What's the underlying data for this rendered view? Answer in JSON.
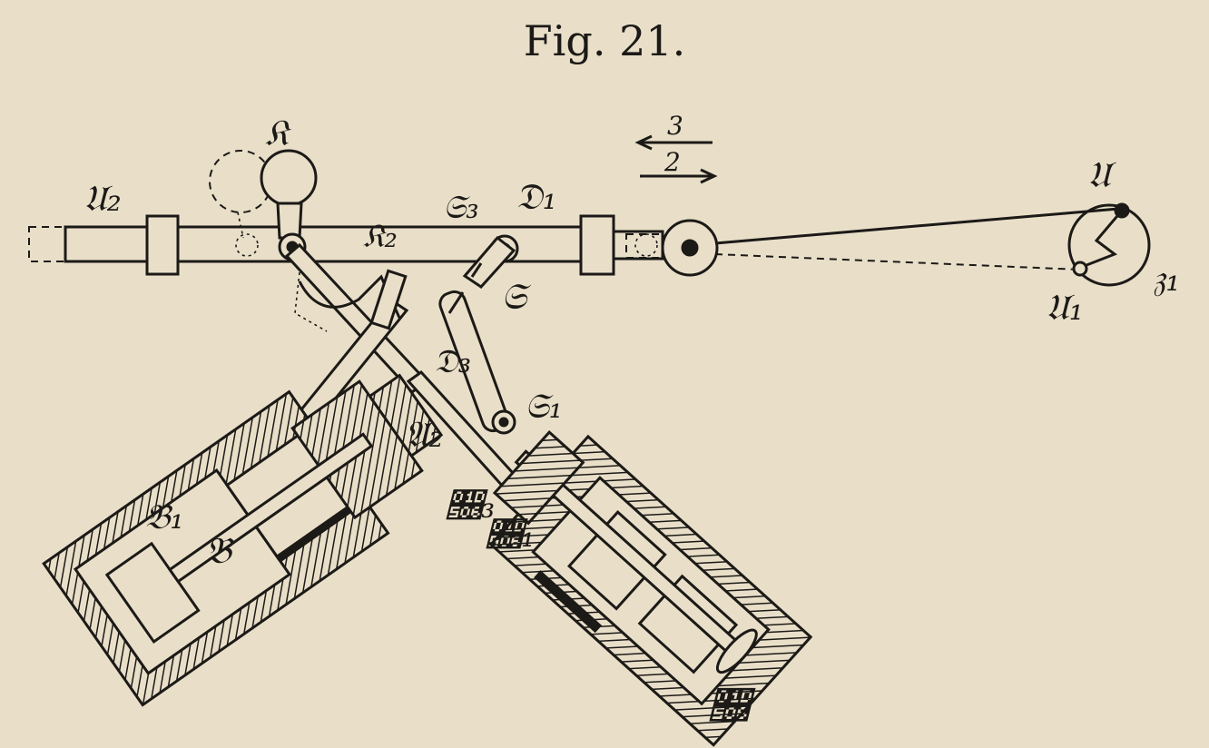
{
  "figure": {
    "title": "Fig. 21.",
    "labels": {
      "U2": "𝔘₂",
      "K": "𝔎",
      "K2": "𝔎₂",
      "S3": "𝔖₃",
      "D1": "𝔇₁",
      "S": "𝔖",
      "D3": "𝔇₃",
      "S1": "𝔖₁",
      "A2": "𝔄₂",
      "C3": "𝔆₃",
      "C1": "𝔆₁",
      "C": "𝔆",
      "B1": "𝔅₁",
      "B": "𝔅",
      "U": "𝔘",
      "U1": "𝔘₁",
      "Z1": "𝔷₁",
      "arrow3": "3",
      "arrow2": "2"
    }
  }
}
